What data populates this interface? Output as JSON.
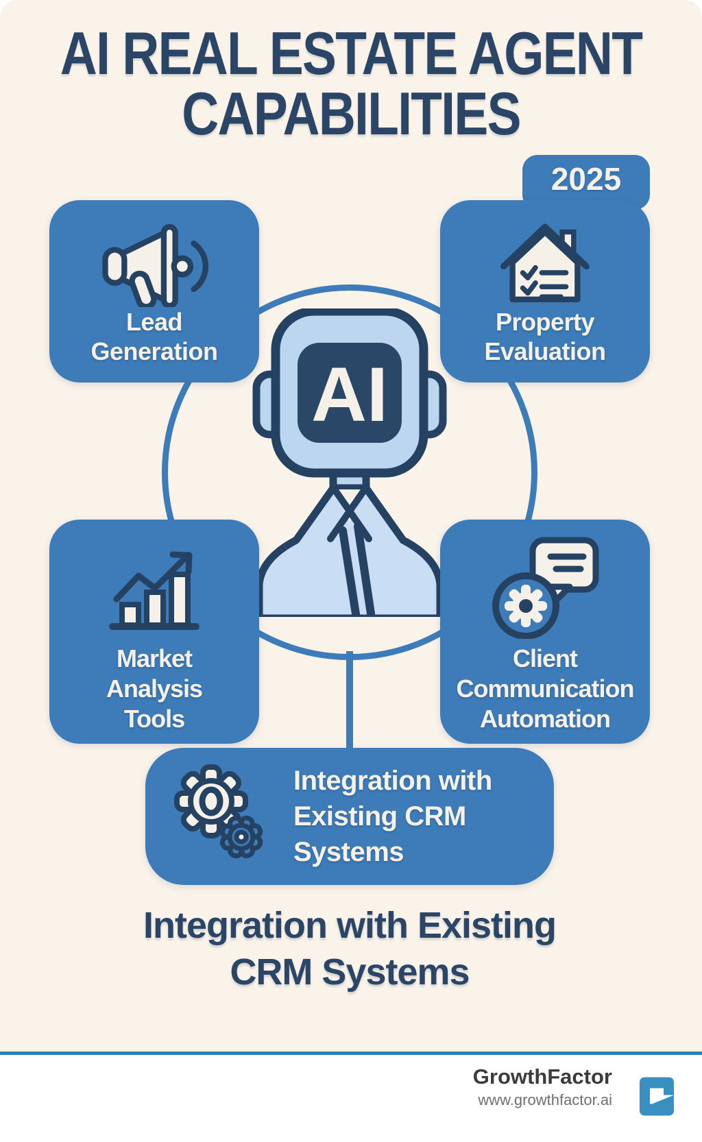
{
  "colors": {
    "background_cream": "#faf3ea",
    "card_blue": "#3d7cb8",
    "outline_navy": "#264263",
    "text_navy": "#2b4566",
    "light_blue": "#bcd6f0",
    "cream_text": "#f6f1e8",
    "footer_rule_blue": "#2e81b6",
    "logo_blue": "#3a8fc2"
  },
  "title": {
    "line1": "AI REAL ESTATE AGENT",
    "line2": "CAPABILITIES"
  },
  "badge": {
    "year": "2025"
  },
  "robot": {
    "label": "AI"
  },
  "cards": {
    "lead": {
      "icon": "megaphone-icon",
      "lines": [
        "Lead",
        "Generation"
      ]
    },
    "property": {
      "icon": "house-checklist-icon",
      "lines": [
        "Property",
        "Evaluation"
      ]
    },
    "market": {
      "icon": "bar-chart-icon",
      "lines": [
        "Market",
        "Analysis",
        "Tools"
      ]
    },
    "client": {
      "icon": "chat-gear-icon",
      "lines": [
        "Client",
        "Communication",
        "Automation"
      ]
    },
    "integration": {
      "icon": "gears-icon",
      "lines": [
        "Integration with",
        "Existing CRM",
        "Systems"
      ]
    }
  },
  "caption": {
    "line1": "Integration with Existing",
    "line2": "CRM Systems"
  },
  "footer": {
    "brand": "GrowthFactor",
    "url": "www.growthfactor.ai"
  }
}
